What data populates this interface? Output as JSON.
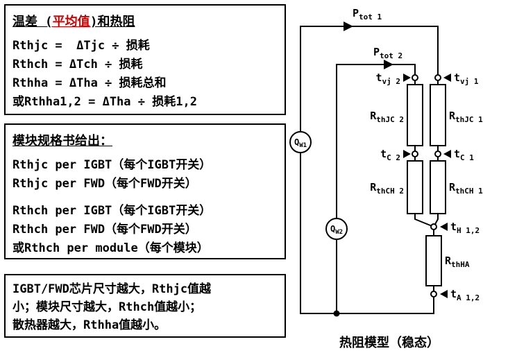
{
  "colors": {
    "highlight_red": "#cc0000",
    "line_black": "#000000"
  },
  "boxes": {
    "formulas": {
      "title": {
        "pre": "温差 (",
        "highlight": "平均值",
        "post": ")和热阻"
      },
      "lines": [
        "Rthjc =  ΔTjc ÷ 损耗",
        "Rthch = ΔTch ÷ 损耗",
        "Rthha = ΔTha ÷ 损耗总和",
        "或Rthha1,2 = ΔTha ÷ 损耗1,2"
      ]
    },
    "datasheet": {
      "title": "模块规格书给出：",
      "group1": [
        "Rthjc per IGBT（每个IGBT开关）",
        "Rthjc per FWD（每个FWD开关）"
      ],
      "group2": [
        "Rthch per IGBT（每个IGBT开关）",
        "Rthch per FWD（每个FWD开关）",
        "或Rthch per module（每个模块）"
      ]
    },
    "note": {
      "lines": [
        "IGBT/FWD芯片尺寸越大，Rthjc值越",
        "小；模块尺寸越大，Rthch值越小；",
        "散热器越大，Rthha值越小。"
      ]
    }
  },
  "diagram": {
    "caption": "热阻模型（稳态）",
    "labels": {
      "ptot1": {
        "base": "P",
        "sub": "tot 1"
      },
      "ptot2": {
        "base": "P",
        "sub": "tot 2"
      },
      "tvj2": {
        "base": "t",
        "sub": "vj 2"
      },
      "tvj1": {
        "base": "t",
        "sub": "vj 1"
      },
      "rthjc2": {
        "base": "R",
        "sub": "thJC 2"
      },
      "rthjc1": {
        "base": "R",
        "sub": "thJC 1"
      },
      "tc2": {
        "base": "t",
        "sub": "C 2"
      },
      "tc1": {
        "base": "t",
        "sub": "C 1"
      },
      "rthch2": {
        "base": "R",
        "sub": "thCH 2"
      },
      "rthch1": {
        "base": "R",
        "sub": "thCH 1"
      },
      "th12": {
        "base": "t",
        "sub": "H 1,2"
      },
      "rthha": {
        "base": "R",
        "sub": "thHA"
      },
      "ta12": {
        "base": "t",
        "sub": "A 1,2"
      },
      "qw1": {
        "base": "Q",
        "sub": "W1"
      },
      "qw2": {
        "base": "Q",
        "sub": "W2"
      }
    }
  }
}
